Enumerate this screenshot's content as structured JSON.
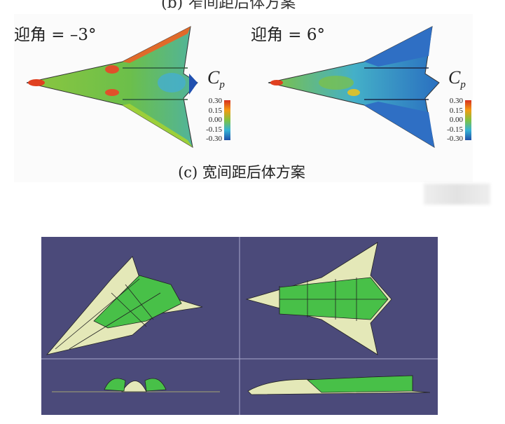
{
  "figure": {
    "top_cut_caption": "(b) 窄间距后体方案",
    "panels": [
      {
        "aoa_label": "迎角 = –3°",
        "cp_symbol": "C",
        "cp_subscript": "p",
        "colorbar_ticks": [
          "0.30",
          "0.15",
          "0.00",
          "-0.15",
          "-0.30"
        ]
      },
      {
        "aoa_label": "迎角 = 6°",
        "cp_symbol": "C",
        "cp_subscript": "p",
        "colorbar_ticks": [
          "0.30",
          "0.15",
          "0.00",
          "-0.15",
          "-0.30"
        ]
      }
    ],
    "caption": "(c) 宽间距后体方案",
    "colorbar_colors": [
      "#d7301f",
      "#f39c12",
      "#7fc241",
      "#35b3d6",
      "#1f4fa8"
    ],
    "cad_background": "#4b4a7a",
    "cad_views": [
      "isometric",
      "top",
      "front",
      "side"
    ]
  }
}
